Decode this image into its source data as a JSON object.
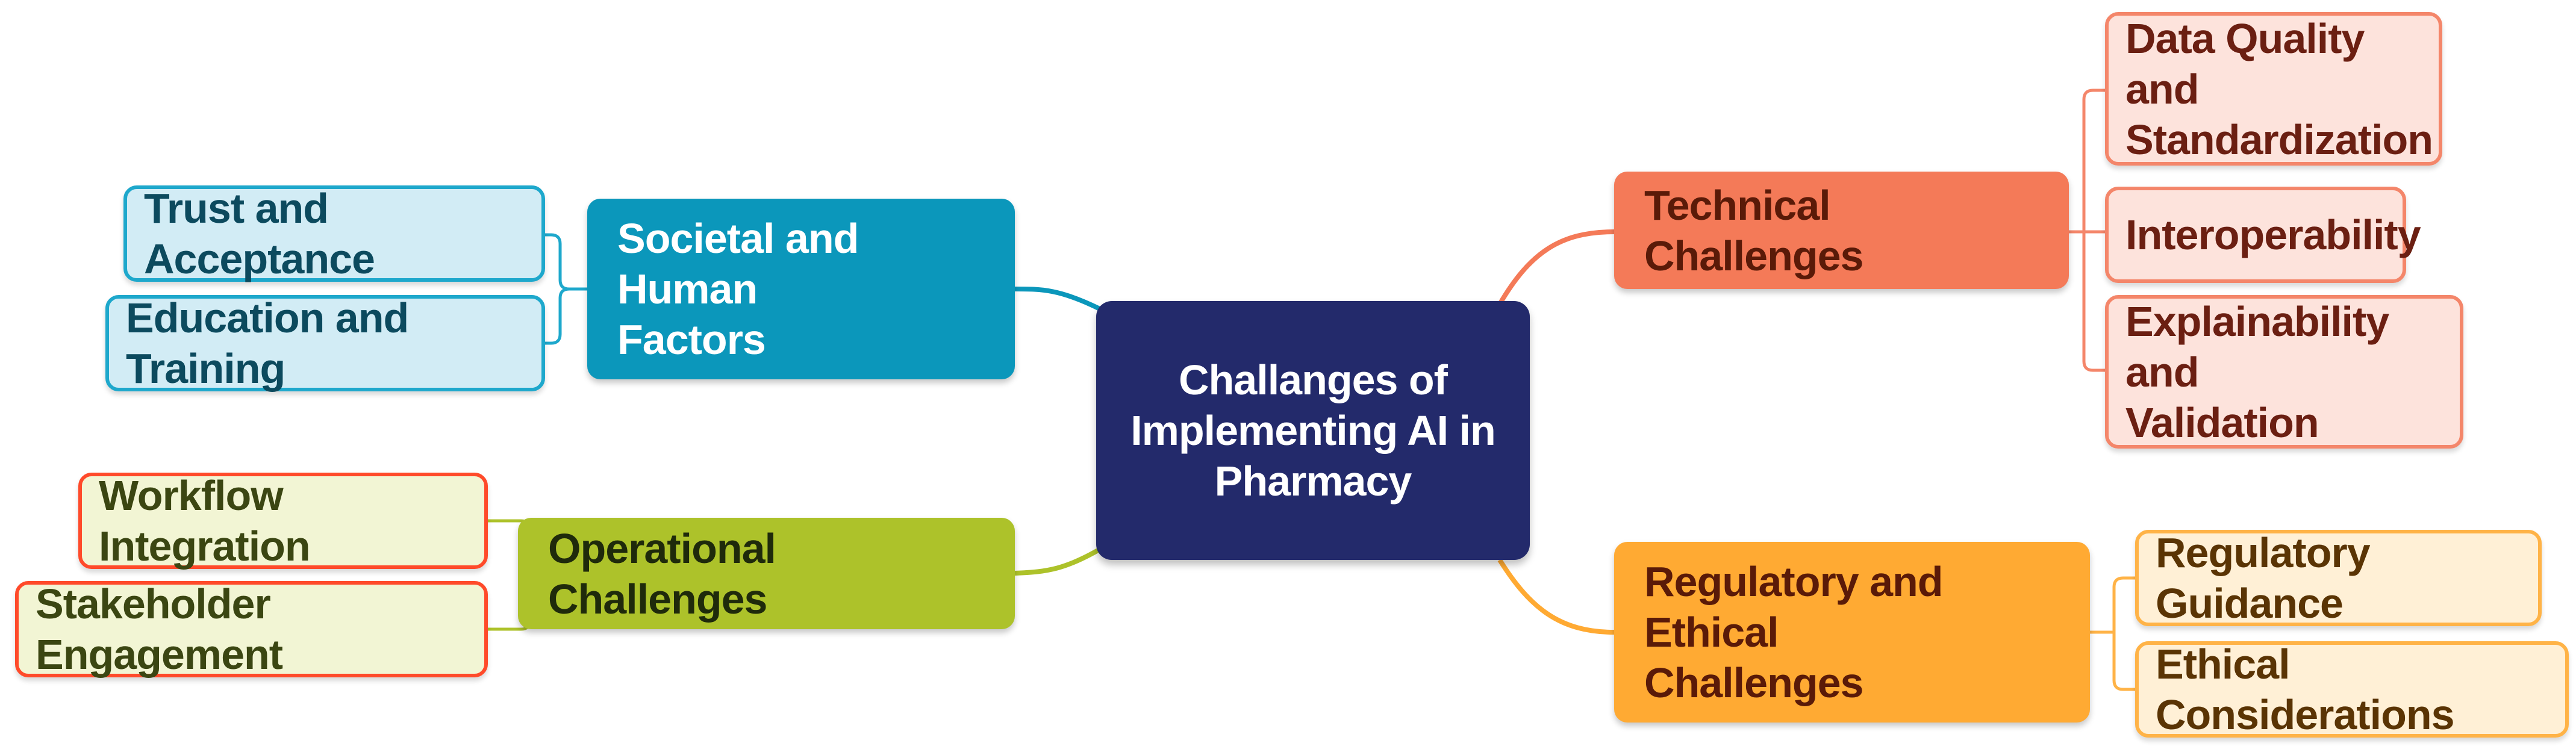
{
  "center": {
    "line1": "Challanges of",
    "line2": "Implementing AI in",
    "line3": "Pharmacy"
  },
  "branches": {
    "societal": {
      "line1": "Societal and Human",
      "line2": "Factors",
      "children": [
        "Trust and Acceptance",
        "Education and Training"
      ],
      "colors": {
        "fill": "#0b97bb",
        "child_fill": "#d2ecf5",
        "child_border": "#1ea8cc"
      }
    },
    "operational": {
      "label": "Operational Challenges",
      "children": [
        "Workflow Integration",
        "Stakeholder Engagement"
      ],
      "colors": {
        "fill": "#adc22a",
        "child_fill": "#f2f5d4",
        "child_border": "#ff4a2a"
      }
    },
    "technical": {
      "label": "Technical Challenges",
      "children": [
        {
          "line1": "Data Quality and",
          "line2": "Standardization"
        },
        {
          "label": "Interoperability"
        },
        {
          "line1": "Explainability and",
          "line2": "Validation"
        }
      ],
      "colors": {
        "fill": "#f47a58",
        "child_fill": "#fde3dc",
        "child_border": "#f4866a"
      }
    },
    "regulatory": {
      "line1": "Regulatory and Ethical",
      "line2": "Challenges",
      "children": [
        "Regulatory Guidance",
        "Ethical Considerations"
      ],
      "colors": {
        "fill": "#ffaa33",
        "child_fill": "#fff0d6",
        "child_border": "#ffb347"
      }
    }
  },
  "center_color": "#232a6b"
}
